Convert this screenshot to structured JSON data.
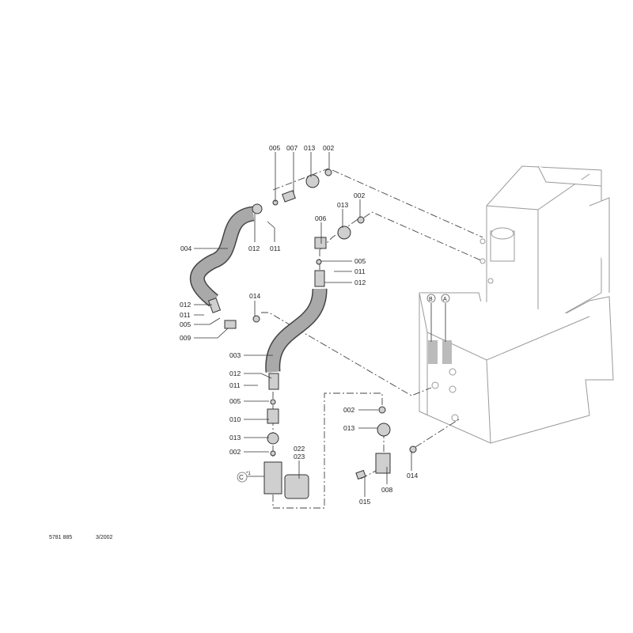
{
  "diagram": {
    "labels": [
      "005",
      "007",
      "013",
      "002",
      "002",
      "013",
      "006",
      "004",
      "012",
      "011",
      "005",
      "011",
      "012",
      "012",
      "011",
      "005",
      "009",
      "014",
      "003",
      "012",
      "011",
      "005",
      "010",
      "013",
      "002",
      "022",
      "023",
      "002",
      "013",
      "014",
      "015",
      "008"
    ],
    "markers": {
      "a": "A",
      "b": "B",
      "c": "C",
      "c_note": "*1"
    },
    "footer": {
      "part_number": "5781 885",
      "date": "3/2002"
    }
  }
}
